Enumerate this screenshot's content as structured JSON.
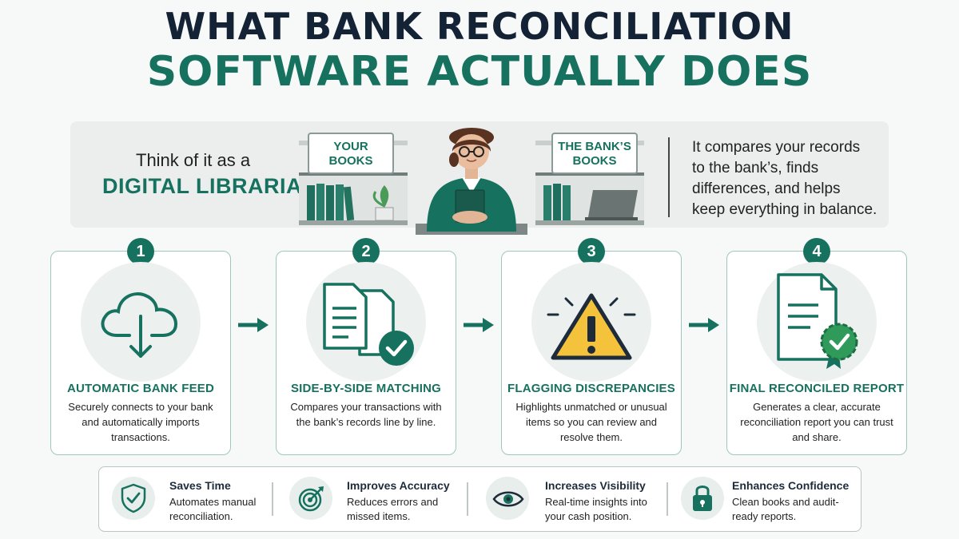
{
  "title": {
    "line1": "WHAT BANK RECONCILIATION",
    "line2": "SOFTWARE ACTUALLY DOES"
  },
  "hero": {
    "lead": "Think of it as a",
    "highlight": "DIGITAL LIBRARIAN",
    "sign_left": [
      "YOUR",
      "BOOKS"
    ],
    "sign_right": [
      "THE BANK’S",
      "BOOKS"
    ],
    "description": [
      "It compares your records",
      "to the bank’s, finds",
      "differences, and helps",
      "keep everything in balance."
    ]
  },
  "steps": [
    {
      "number": "1",
      "icon": "cloud-download-icon",
      "title": "AUTOMATIC BANK FEED",
      "description": "Securely connects to your bank and automatically imports transactions."
    },
    {
      "number": "2",
      "icon": "documents-check-icon",
      "title": "SIDE-BY-SIDE MATCHING",
      "description": "Compares your transactions with the bank’s records line by line."
    },
    {
      "number": "3",
      "icon": "warning-icon",
      "title": "FLAGGING DISCREPANCIES",
      "description": "Highlights unmatched or unusual items so you can review and resolve them."
    },
    {
      "number": "4",
      "icon": "certified-report-icon",
      "title": "FINAL RECONCILED REPORT",
      "description": "Generates a clear, accurate reconciliation report you can trust and share."
    }
  ],
  "benefits": [
    {
      "icon": "shield-check-icon",
      "title": "Saves Time",
      "description": "Automates manual reconciliation."
    },
    {
      "icon": "target-icon",
      "title": "Improves Accuracy",
      "description": "Reduces errors and missed items."
    },
    {
      "icon": "eye-icon",
      "title": "Increases Visibility",
      "description": "Real-time insights into your cash position."
    },
    {
      "icon": "lock-icon",
      "title": "Enhances Confidence",
      "description": "Clean books and audit-ready reports."
    }
  ],
  "colors": {
    "primary": "#17715f",
    "dark": "#142235",
    "warning": "#f5c33b"
  }
}
